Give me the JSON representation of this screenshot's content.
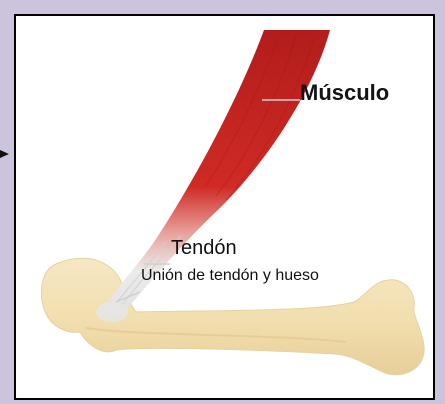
{
  "labels": {
    "muscle": "Músculo",
    "tendon": "Tendón",
    "junction": "Unión de tendón y hueso"
  },
  "colors": {
    "background": "#ccc3dd",
    "muscle": "#c8231f",
    "tendon": "#dcdcdc",
    "bone": "#f3e2b6"
  }
}
